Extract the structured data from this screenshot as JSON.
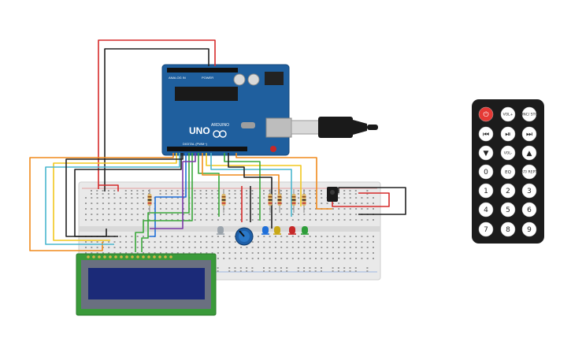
{
  "arduino": {
    "model_label": "UNO",
    "brand_label": "ARDUINO",
    "digital_header_label": "DIGITAL (PWM~)",
    "analog_header_label": "ANALOG IN",
    "power_header_label": "POWER"
  },
  "remote": {
    "buttons": [
      {
        "id": "power",
        "label": "⏻",
        "icon": "power-icon"
      },
      {
        "id": "vol-up",
        "label": "VOL+"
      },
      {
        "id": "func-stop",
        "label": "FUNC/ STOP"
      },
      {
        "id": "prev",
        "label": "⏮",
        "icon": "skip-back-icon"
      },
      {
        "id": "play-pause",
        "label": "⏯",
        "icon": "play-pause-icon"
      },
      {
        "id": "next",
        "label": "⏭",
        "icon": "skip-forward-icon"
      },
      {
        "id": "down",
        "label": "▼",
        "icon": "arrow-down-icon"
      },
      {
        "id": "vol-down",
        "label": "VOL-"
      },
      {
        "id": "up",
        "label": "▲",
        "icon": "arrow-up-icon"
      },
      {
        "id": "0",
        "label": "0"
      },
      {
        "id": "eq",
        "label": "EQ"
      },
      {
        "id": "st-rept",
        "label": "ST/ REPT"
      },
      {
        "id": "1",
        "label": "1"
      },
      {
        "id": "2",
        "label": "2"
      },
      {
        "id": "3",
        "label": "3"
      },
      {
        "id": "4",
        "label": "4"
      },
      {
        "id": "5",
        "label": "5"
      },
      {
        "id": "6",
        "label": "6"
      },
      {
        "id": "7",
        "label": "7"
      },
      {
        "id": "8",
        "label": "8"
      },
      {
        "id": "9",
        "label": "9"
      }
    ]
  },
  "components": {
    "led_colors": [
      "#9aa3ab",
      "#1e6fd9",
      "#c9a816",
      "#c62828",
      "#2e9e3a"
    ],
    "lcd_color": "#1b2a78",
    "board_color": "#1f5f9e",
    "breadboard_color": "#e9e9e9"
  },
  "wire_colors": {
    "red": "#d52b2b",
    "black": "#222222",
    "orange": "#f08a1c",
    "yellow": "#f2c71e",
    "cyan": "#4bb7cf",
    "green": "#3aa83a",
    "purple": "#7b3aa8",
    "blue": "#1e6fd9"
  }
}
